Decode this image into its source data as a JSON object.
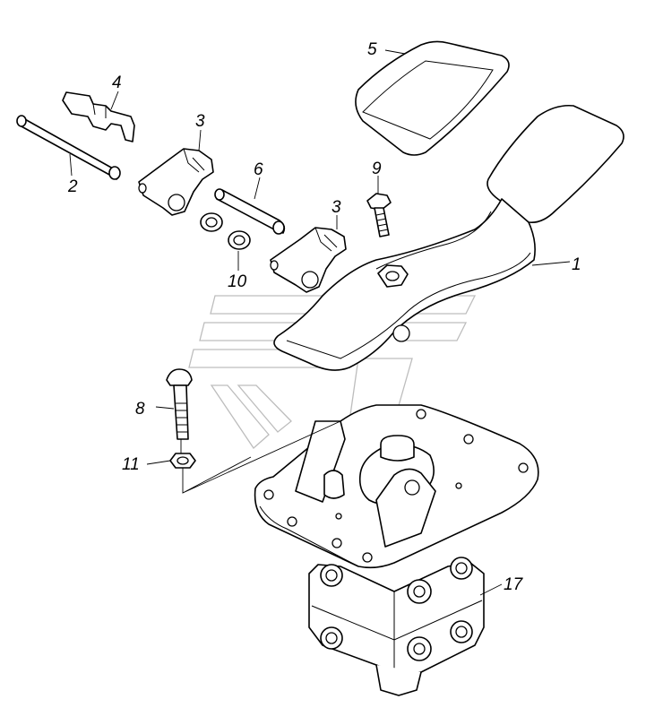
{
  "callouts": [
    {
      "id": "1",
      "text": "1"
    },
    {
      "id": "2",
      "text": "2"
    },
    {
      "id": "3a",
      "text": "3"
    },
    {
      "id": "3b",
      "text": "3"
    },
    {
      "id": "4",
      "text": "4"
    },
    {
      "id": "5",
      "text": "5"
    },
    {
      "id": "6",
      "text": "6"
    },
    {
      "id": "8",
      "text": "8"
    },
    {
      "id": "9",
      "text": "9"
    },
    {
      "id": "10",
      "text": "10"
    },
    {
      "id": "11",
      "text": "11"
    },
    {
      "id": "17",
      "text": "17"
    }
  ],
  "colors": {
    "line": "#000000",
    "background": "#ffffff",
    "watermark": "#bdbdbd"
  }
}
